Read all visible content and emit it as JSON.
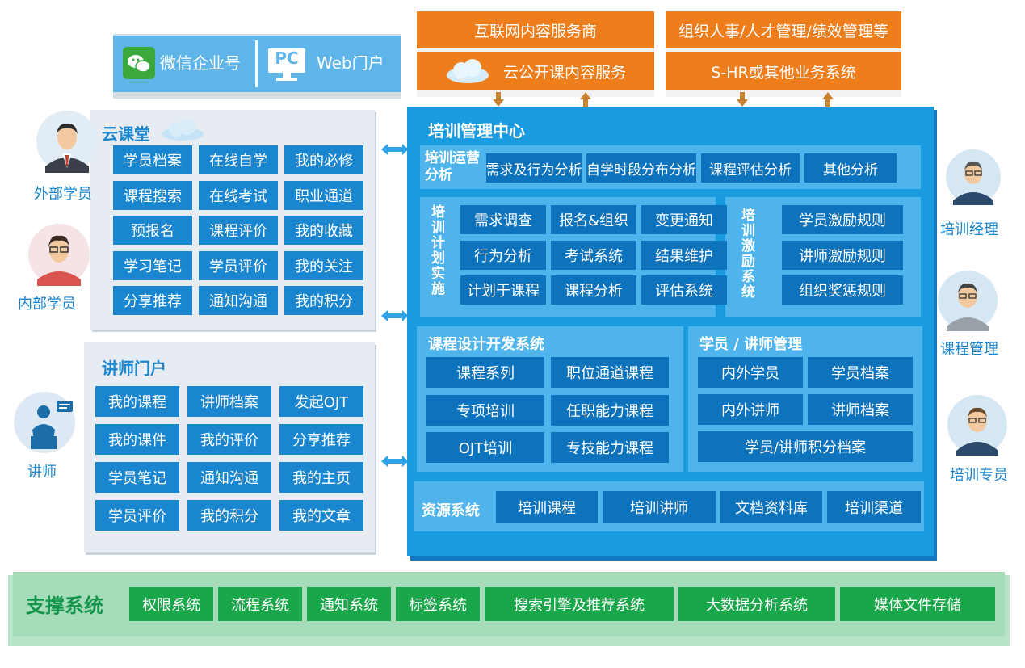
{
  "portal": {
    "wechat_label": "微信企业号",
    "pc_icon_text": "PC",
    "web_label": "Web门户"
  },
  "external": {
    "internet_provider": "互联网内容服务商",
    "cloud_course": "云公开课内容服务",
    "org_hr": "组织人事/人才管理/绩效管理等",
    "shr": "S-HR或其他业务系统"
  },
  "cloud_class": {
    "title": "云课堂",
    "items": [
      "学员档案",
      "在线自学",
      "我的必修",
      "课程搜索",
      "在线考试",
      "职业通道",
      "预报名",
      "课程评价",
      "我的收藏",
      "学习笔记",
      "学员评价",
      "我的关注",
      "分享推荐",
      "通知沟通",
      "我的积分"
    ]
  },
  "lecturer_portal": {
    "title": "讲师门户",
    "items": [
      "我的课程",
      "讲师档案",
      "发起OJT",
      "我的课件",
      "我的评价",
      "分享推荐",
      "学员笔记",
      "通知沟通",
      "我的主页",
      "学员评价",
      "我的积分",
      "我的文章"
    ]
  },
  "roles_left": [
    "外部学员",
    "内部学员",
    "讲师"
  ],
  "roles_right": [
    "培训经理",
    "课程管理",
    "培训专员"
  ],
  "center": {
    "title": "培训管理中心",
    "ops": {
      "title": "培训运营分析",
      "items": [
        "需求及行为分析",
        "自学时段分布分析",
        "课程评估分析",
        "其他分析"
      ]
    },
    "plan": {
      "title": "培训计划实施",
      "items": [
        "需求调查",
        "报名&组织",
        "变更通知",
        "行为分析",
        "考试系统",
        "结果维护",
        "计划于课程",
        "课程分析",
        "评估系统"
      ]
    },
    "incentive": {
      "title": "培训激励系统",
      "items": [
        "学员激励规则",
        "讲师激励规则",
        "组织奖惩规则"
      ]
    },
    "design": {
      "title": "课程设计开发系统",
      "items": [
        "课程系列",
        "职位通道课程",
        "专项培训",
        "任职能力课程",
        "OJT培训",
        "专技能力课程"
      ]
    },
    "mgmt": {
      "title": "学员 / 讲师管理",
      "items": [
        "内外学员",
        "学员档案",
        "内外讲师",
        "讲师档案",
        "学员/讲师积分档案"
      ]
    },
    "resource": {
      "title": "资源系统",
      "items": [
        "培训课程",
        "培训讲师",
        "文档资料库",
        "培训渠道"
      ]
    }
  },
  "support": {
    "title": "支撑系统",
    "items": [
      "权限系统",
      "流程系统",
      "通知系统",
      "标签系统",
      "搜索引擎及推荐系统",
      "大数据分析系统",
      "媒体文件存储"
    ]
  },
  "colors": {
    "center_blue": "#1a9be0",
    "orange": "#ee7d1c",
    "green": "#1aa64a",
    "left_panel": "#e3e9ef"
  }
}
